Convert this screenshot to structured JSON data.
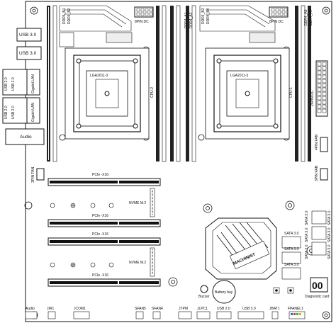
{
  "board": {
    "rear_io": {
      "usb30_top": "USB 3.0",
      "usb30_2": "USB 3.0",
      "gigabit_lan_1": "Gigabit LAN",
      "usb20_a1": "USB 2.0",
      "usb20_a2": "USB 2.0",
      "gigabit_lan_2": "Gigabit LAN",
      "usb20_b1": "USB 2.0",
      "usb20_b2": "USB 2.0",
      "audio": "Audio"
    },
    "top": {
      "pin8_dc_left": "8PIN DC",
      "pin8_dc_right": "8PIN DC",
      "ddr4_b1": "DDR4_B1",
      "ddr4_b2": "DDR4_B2",
      "ddr4_a1": "DDR4_A1",
      "ddr4_a2": "DDR4_A2",
      "ddr4_b3": "DDR4_B3",
      "ddr4_b4": "DDR4_B4",
      "ddr4_a3": "DDR4_A3",
      "ddr4_a4": "DDR4_A4"
    },
    "cpu": {
      "socket_left": "LGA2011-3",
      "socket_right": "LGA2011-3",
      "cpu2": "CPU-2",
      "cpu1": "CPU-1"
    },
    "right_side": {
      "pin24_dc": "24PIN DC",
      "fan_right_top": "4PIN FAN",
      "fan_right_mid": "3PIN FAN",
      "sata_col1": [
        "SATA 3.0",
        "SATA 3.0",
        "SATA 3.0"
      ],
      "sata_col2": [
        "SATA 3.0",
        "SATA 3.0",
        "SATA 3.0"
      ],
      "sata_labels": [
        "SATA 3.0",
        "SATA 3.0",
        "SATA 3.0"
      ],
      "diag_code": "00",
      "diag_label": "Diagnostic card"
    },
    "left_side": {
      "fan_left": "3PIN FAN"
    },
    "slots": {
      "pcie1": "PCIe -X16",
      "pcie2": "PCIe -X16",
      "pcie3": "PCIe -X16",
      "pcie4": "PCIe -X16",
      "nvme1": "NVME M.2",
      "nvme2": "NVME M.2"
    },
    "chipset": {
      "brand": "MACHINIST"
    },
    "battery": {
      "label": "Battery bay",
      "buzzer": "Buzzer"
    },
    "bottom": {
      "audio": "Audio",
      "jir1": "JIR1",
      "jcom1": "JCOM1",
      "sfan5": "SFAN5",
      "sfan4": "SFAN4",
      "jtpm": "JTPM",
      "jlpc1": "JLPC1",
      "usb20": "USB 2.0",
      "usb30": "USB 3.0",
      "jbat1": "JBAT1",
      "fpanel1": "FPANEL1"
    }
  },
  "colors": {
    "outline": "#111111",
    "slot_fill": "#ffffff",
    "pcie_stripe": "#111111",
    "dimm_fill": "#222222",
    "fpanel_accent": "#2a6ad4"
  }
}
